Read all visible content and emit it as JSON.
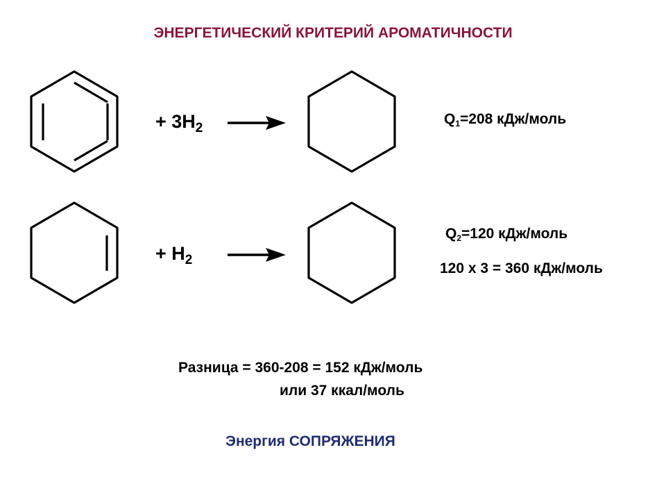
{
  "title": "ЭНЕРГЕТИЧЕСКИЙ КРИТЕРИЙ АРОМАТИЧНОСТИ",
  "reactions": [
    {
      "reactant": "benzene-structure-icon",
      "reagent_prefix": "+ 3H",
      "reagent_sub": "2",
      "product": "cyclohexane-structure-icon",
      "heat_label": "Q",
      "heat_sub": "1",
      "heat_value": "=208 кДж/моль"
    },
    {
      "reactant": "cyclohexene-structure-icon",
      "reagent_prefix": "+ H",
      "reagent_sub": "2",
      "product": "cyclohexane-structure-icon",
      "heat_label": "Q",
      "heat_sub": "2",
      "heat_value": "=120 кДж/моль",
      "scaled": "120 х 3 = 360 кДж/моль"
    }
  ],
  "difference": "Разница = 360-208 = 152 кДж/моль",
  "difference_alt": "или 37 ккал/моль",
  "conjugation": "Энергия СОПРЯЖЕНИЯ",
  "colors": {
    "title": "#8a1538",
    "conjugation": "#1f2d6e",
    "ink": "#000000"
  }
}
